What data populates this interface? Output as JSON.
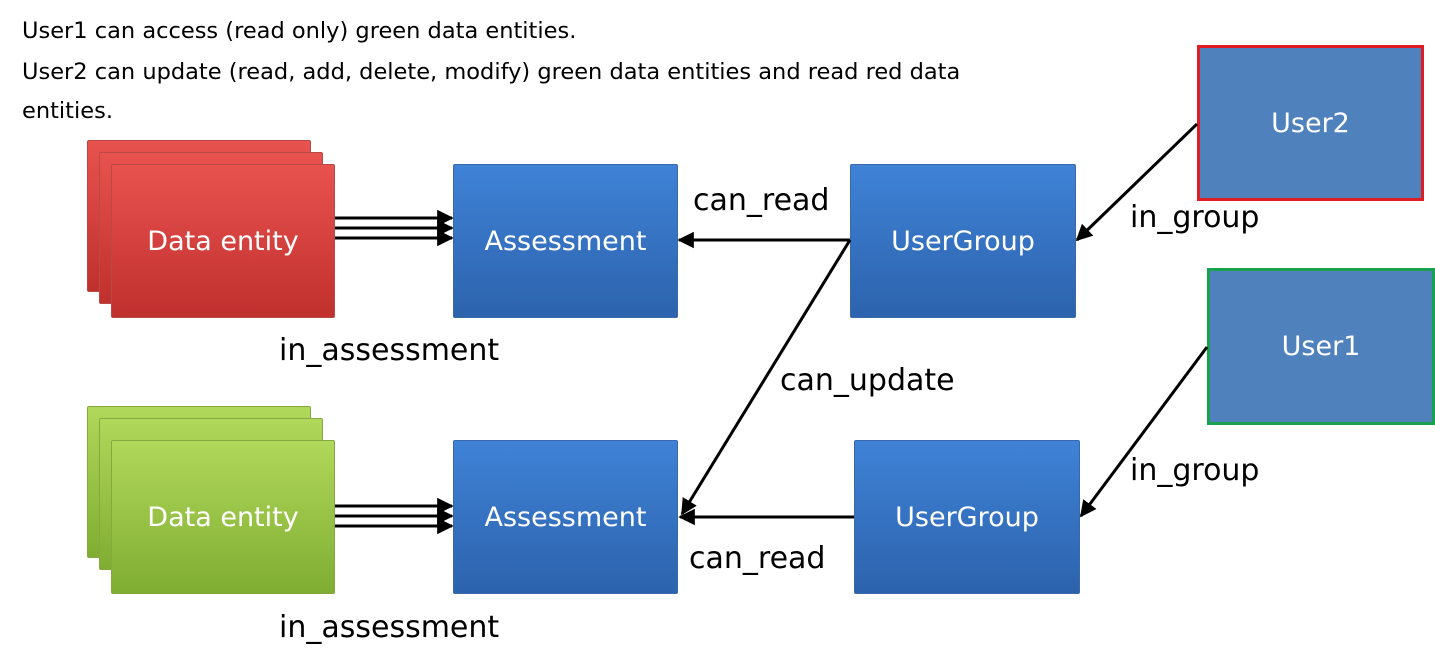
{
  "description": {
    "line1": "User1 can access (read only) green data entities.",
    "line2": "User2 can update (read, add, delete, modify) green data entities and read red data",
    "line3": "entities."
  },
  "nodes": {
    "red_data_entity": "Data entity",
    "green_data_entity": "Data entity",
    "assessment_top": "Assessment",
    "assessment_bottom": "Assessment",
    "usergroup_top": "UserGroup",
    "usergroup_bottom": "UserGroup",
    "user2": "User2",
    "user1": "User1"
  },
  "edges": {
    "in_assessment_top": "in_assessment",
    "in_assessment_bottom": "in_assessment",
    "can_read_top": "can_read",
    "can_read_bottom": "can_read",
    "can_update": "can_update",
    "in_group_top": "in_group",
    "in_group_bottom": "in_group"
  },
  "colors": {
    "red_group": "#d9413e",
    "green_group": "#9acd4a",
    "blue_box": "#3a76c8",
    "user_box": "#4f81bd",
    "user2_border": "#e01c24",
    "user1_border": "#1aa150"
  }
}
